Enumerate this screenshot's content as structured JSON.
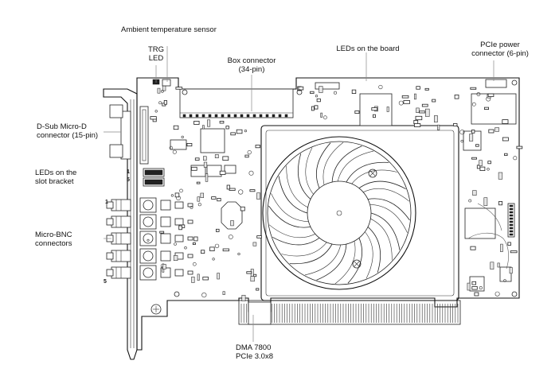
{
  "labels": {
    "ambient_temp": "Ambient temperature sensor",
    "trg_led_1": "TRG",
    "trg_led_2": "LED",
    "box_connector_1": "Box connector",
    "box_connector_2": "(34-pin)",
    "leds_board": "LEDs on the board",
    "pcie_power_1": "PCIe power",
    "pcie_power_2": "connector (6-pin)",
    "dsub_1": "D-Sub Micro-D",
    "dsub_2": "connector (15-pin)",
    "leds_bracket_1": "LEDs on the",
    "leds_bracket_2": "slot bracket",
    "micro_bnc_1": "Micro-BNC",
    "micro_bnc_2": "connectors",
    "dma_1": "DMA 7800",
    "dma_2": "PCIe 3.0x8"
  },
  "pin_markers": {
    "led_1": "1",
    "led_5": "5",
    "bnc_1": "1",
    "bnc_5": "5"
  }
}
